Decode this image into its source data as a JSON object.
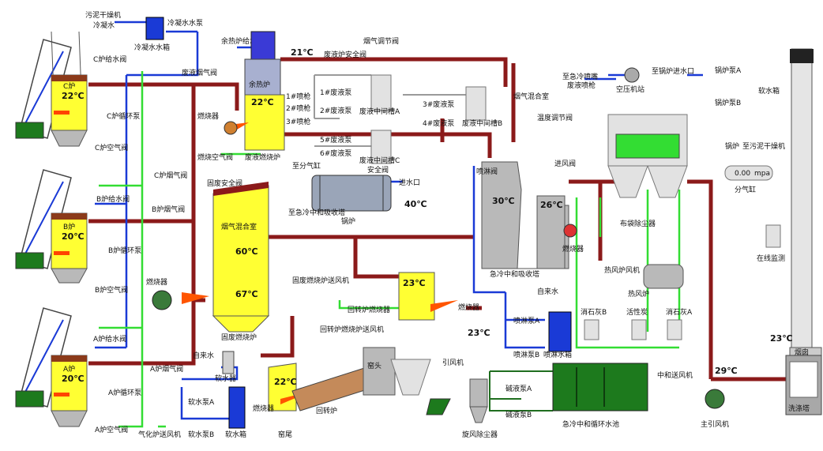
{
  "labels": {
    "sludge_dryer_cond": "污泥干燥机",
    "cond_water": "冷凝水",
    "cond_pump": "冷凝水水泵",
    "cond_tank": "冷凝水水箱",
    "c_feed_valve": "C炉给水阀",
    "c_furnace": "C炉",
    "c_pump": "C炉循环泵",
    "c_air_valve": "C炉空气阀",
    "c_flue_valve": "C炉烟气阀",
    "b_feed_valve": "B炉给水阀",
    "b_furnace": "B炉",
    "b_flue_valve": "B炉烟气阀",
    "b_pump": "B炉循环泵",
    "b_air_valve": "B炉空气阀",
    "a_feed_valve": "A炉给水阀",
    "a_furnace": "A炉",
    "a_flue_valve": "A炉烟气阀",
    "a_pump": "A炉循环泵",
    "a_air_valve": "A炉空气阀",
    "gasifier_fan": "气化炉送风机",
    "tap_water": "自来水",
    "softener": "软水器",
    "soft_pump_a": "软水泵A",
    "soft_pump_b": "软水泵B",
    "soft_tank": "软水箱",
    "waste_heat_feed": "余热炉给水阀",
    "waste_heat": "余热炉",
    "waste_flue": "废液烟气阀",
    "burner": "燃烧器",
    "burner_air": "燃烧空气阀",
    "waste_liquid_furnace": "废液燃烧炉",
    "solid_safe": "固废安全阀",
    "to_cylinder": "至分气缸",
    "gun1": "1#喷枪",
    "gun2": "2#喷枪",
    "gun3": "3#喷枪",
    "pump1": "1#废液泵",
    "pump2": "2#废液泵",
    "pump3": "3#废液泵",
    "pump4": "4#废液泵",
    "pump5": "5#废液泵",
    "pump6": "6#废液泵",
    "tank_a": "废液中间槽A",
    "tank_b": "废液中间槽B",
    "tank_c": "废液中间槽C",
    "safe_valve": "安全阀",
    "waste_safe_valve": "废液炉安全阀",
    "flue_reg_valve": "烟气调节阀",
    "flue_mix_room": "烟气混合室",
    "temp_reg_valve": "温度调节阀",
    "to_quench_gun": "至急冷喷嘴",
    "waste_gun": "废液喷枪",
    "air_station": "空压机站",
    "to_boiler_inlet": "至锅炉进水口",
    "boiler_pump_a": "锅炉泵A",
    "boiler_pump_b": "锅炉泵B",
    "soft_box": "软水箱",
    "flue_mix_main": "烟气混合室",
    "to_quench_tower": "至急冷中和吸收塔",
    "boiler": "锅炉",
    "water_inlet": "进水口",
    "solid_furnace": "固废燃烧炉",
    "solid_fan": "固废燃烧炉送风机",
    "spray_valve": "喷淋阀",
    "inlet_valve": "进风阀",
    "bag_filter": "布袋除尘器",
    "boiler_steam": "锅炉",
    "to_dryer": "至污泥干燥机",
    "cylinder": "分气缸",
    "pressure": "0.00",
    "pressure_unit": "mpa",
    "quench_tower": "急冷中和吸收塔",
    "burner2": "燃烧器",
    "hot_fan": "热风炉风机",
    "hot_furnace": "热风炉",
    "online_monitor": "在线监测",
    "rotary_fan": "回转炉燃烧炉送风机",
    "rotary_burner": "回转炉燃烧器",
    "burner3": "燃烧器",
    "spray_pump_a": "喷淋泵A",
    "spray_pump_b": "喷淋泵B",
    "spray_tank": "喷淋水箱",
    "lime_b": "消石灰B",
    "carbon": "活性炭",
    "lime_a": "消石灰A",
    "neutral_fan": "中和送风机",
    "kiln_head": "窑头",
    "rotary_kiln": "回转炉",
    "kiln_tail": "窑尾",
    "draft_fan_small": "引风机",
    "cyclone": "旋风除尘器",
    "alkali_a": "碱液泵A",
    "alkali_b": "碱液泵B",
    "pool": "急冷中和循环水池",
    "main_fan": "主引风机",
    "chimney": "烟囱",
    "washer": "洗涤塔"
  },
  "temps": {
    "c_furnace": "22℃",
    "b_furnace": "20℃",
    "a_furnace": "20℃",
    "waste_furnace": "22℃",
    "ambient": "21℃",
    "boiler_out": "40℃",
    "mix_room": "60℃",
    "solid": "67℃",
    "small_furnace": "23℃",
    "rotary_out": "23℃",
    "kiln": "22℃",
    "quench_left": "30℃",
    "quench_right": "26℃",
    "main_fan": "29℃",
    "chimney": "23℃"
  },
  "colors": {
    "flue_pipe": "#8b1a1a",
    "water_pipe": "#1a3ad6",
    "air_pipe": "#33dd33",
    "furnace_body": "#ffff33",
    "equipment": "#b9b9b9"
  }
}
